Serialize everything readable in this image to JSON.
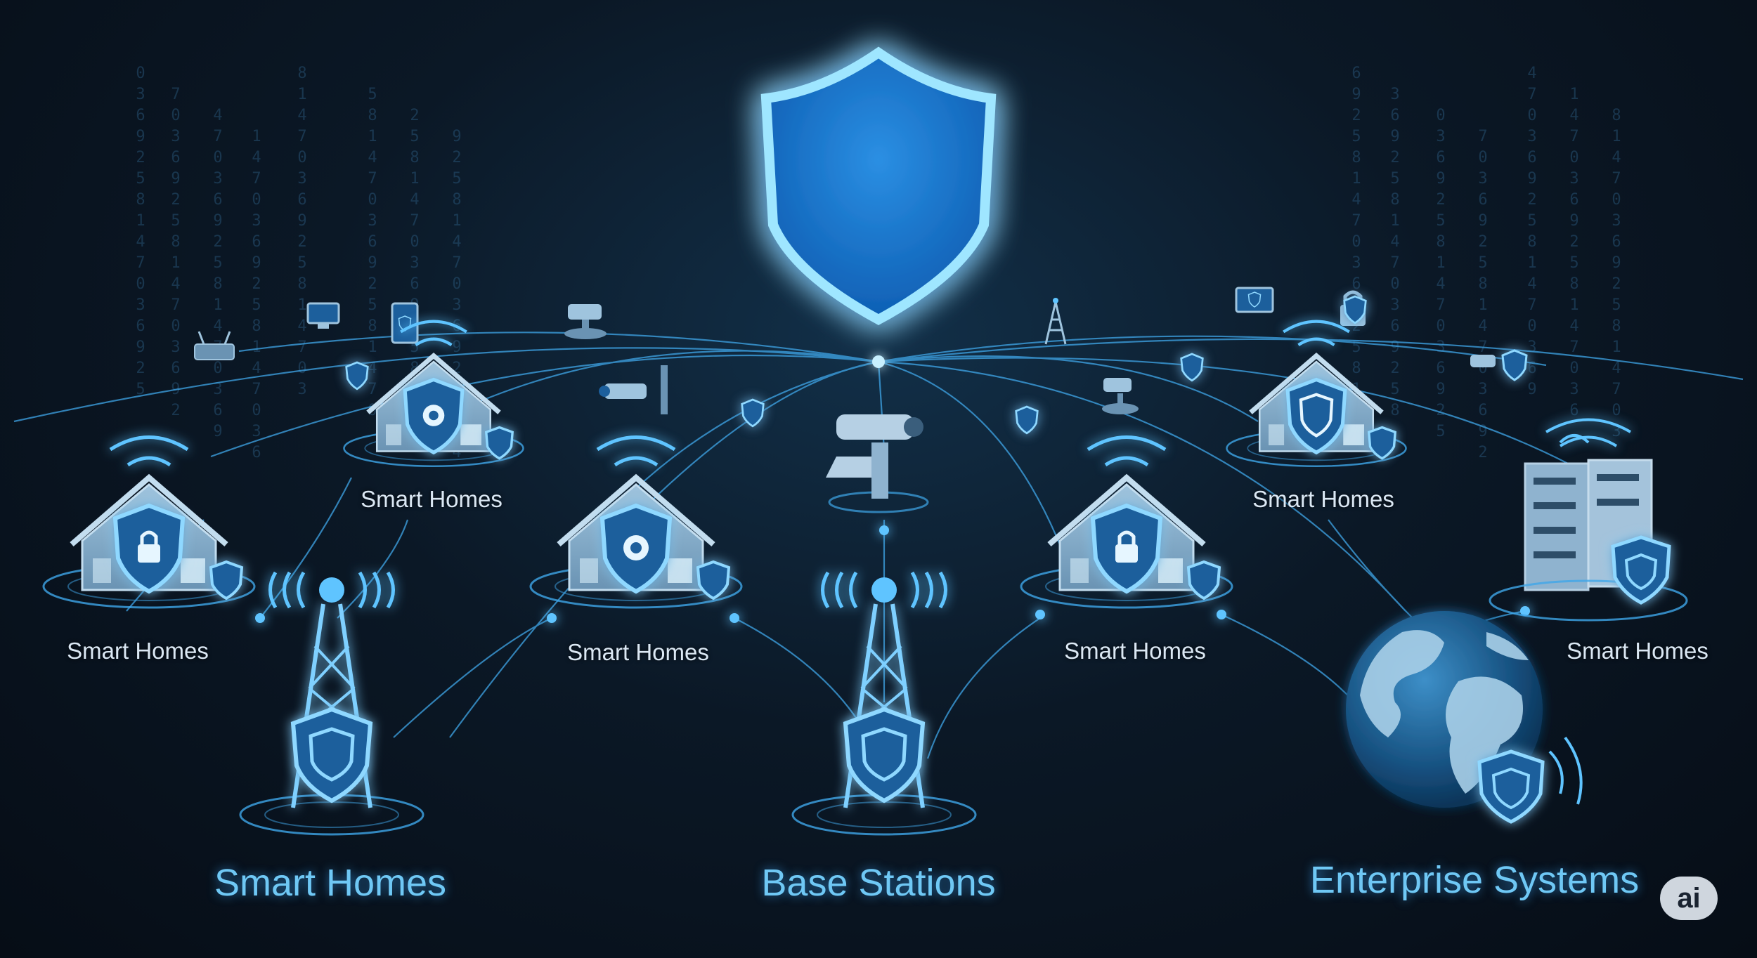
{
  "colors": {
    "background": "#0a1420",
    "glow": "#3fb6ff",
    "icon_fill": "#1c5f9c",
    "icon_stroke": "#8fd8ff",
    "label_text": "#dbe8f4",
    "category_text": "#6fc8f5"
  },
  "center": {
    "icon": "shield-icon"
  },
  "nodes": [
    {
      "id": "home-left",
      "icon": "house-lock-icon",
      "label": "Smart Homes"
    },
    {
      "id": "home-upper-left",
      "icon": "house-camera-icon",
      "label": "Smart Homes"
    },
    {
      "id": "home-center-left",
      "icon": "house-camera-icon",
      "label": "Smart Homes"
    },
    {
      "id": "home-center-right",
      "icon": "house-lock-icon",
      "label": "Smart Homes"
    },
    {
      "id": "home-upper-right",
      "icon": "house-shield-icon",
      "label": "Smart Homes"
    },
    {
      "id": "server-right",
      "icon": "server-rack-icon",
      "label": "Smart Homes"
    },
    {
      "id": "tower-left",
      "icon": "cell-tower-icon",
      "label": ""
    },
    {
      "id": "tower-center",
      "icon": "cell-tower-icon",
      "label": ""
    },
    {
      "id": "globe",
      "icon": "globe-icon",
      "label": ""
    },
    {
      "id": "camera-center",
      "icon": "security-camera-icon",
      "label": ""
    }
  ],
  "categories": [
    "Smart Homes",
    "Base Stations",
    "Enterprise Systems"
  ],
  "badge": "ai"
}
